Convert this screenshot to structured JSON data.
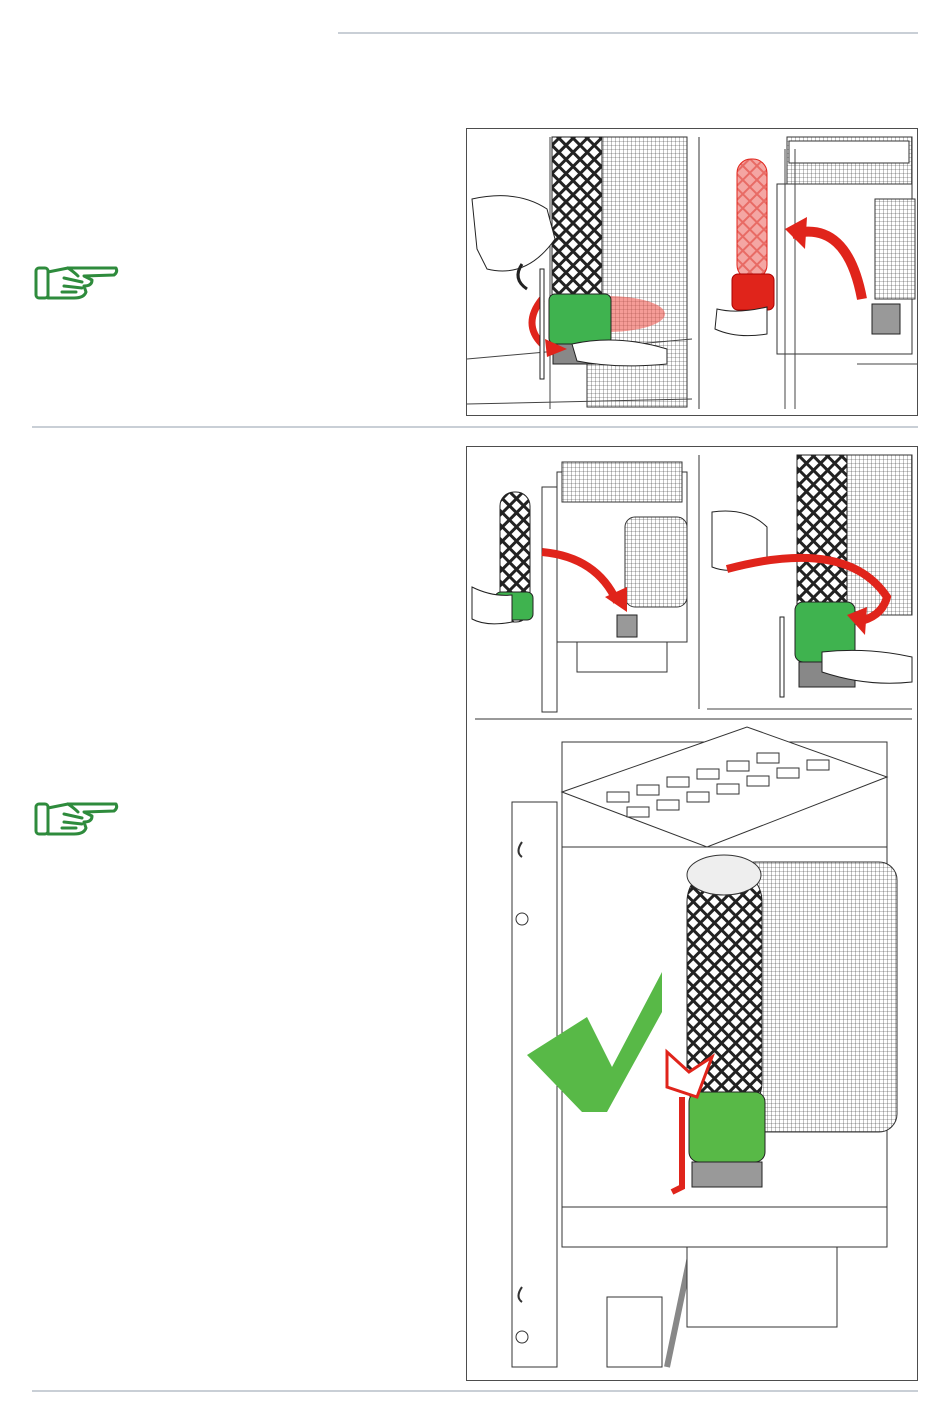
{
  "colors": {
    "rule": "#c9cfd6",
    "accent_green": "#2e8b3c",
    "filter_red": "#e0241b",
    "filter_green": "#3fb34f",
    "check_green": "#58b947"
  },
  "icons": {
    "note_icon": "pointing-hand-icon"
  },
  "sections": [
    {
      "name": "remove-filter",
      "panels": [
        "unhook-filter-illustration",
        "lift-out-filter-illustration"
      ]
    },
    {
      "name": "install-filter",
      "panels": [
        "place-filter-illustration",
        "rotate-filter-illustration",
        "filter-seated-illustration"
      ]
    }
  ]
}
